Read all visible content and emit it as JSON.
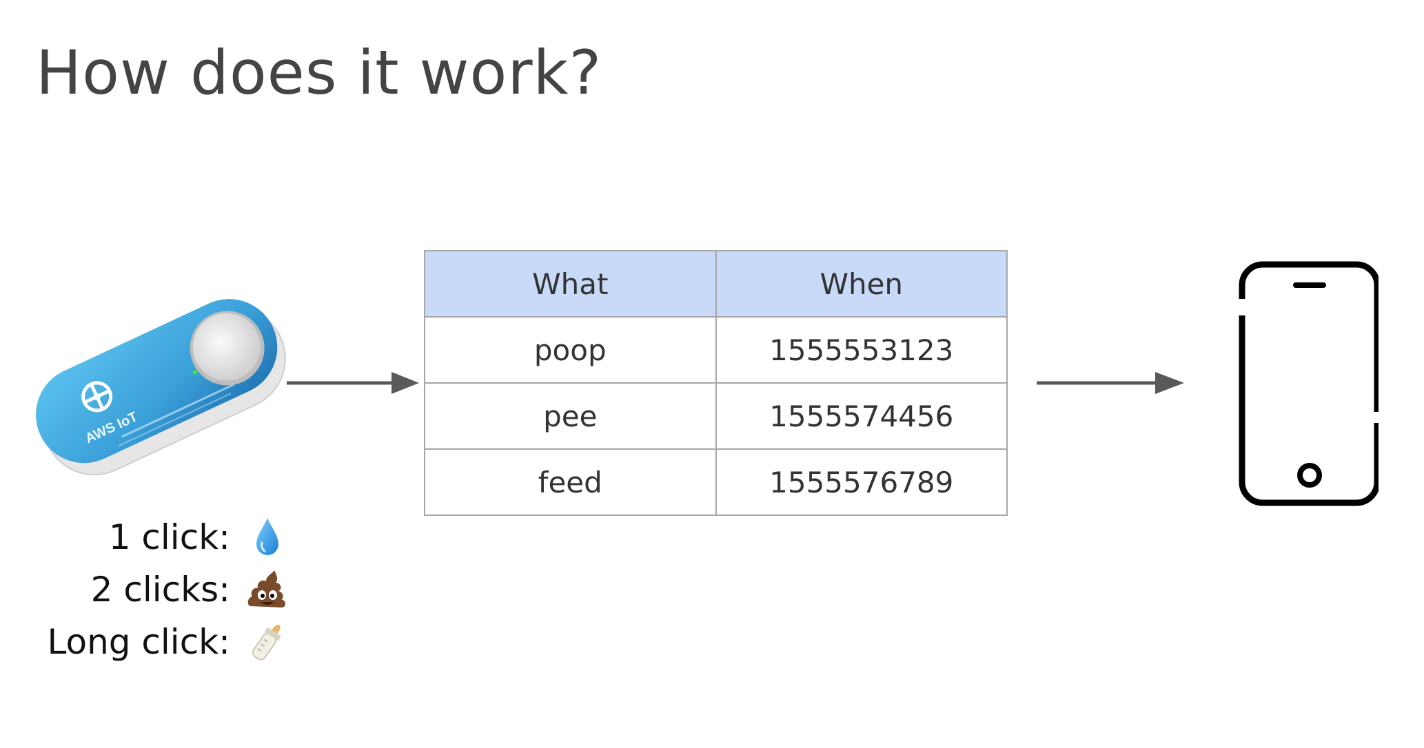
{
  "slide": {
    "title": "How does it work?"
  },
  "device": {
    "brand_label": "AWS IoT",
    "body_color": "#3a9fd8",
    "button_color": "#eeeeee"
  },
  "legend": [
    {
      "label": "1 click:",
      "icon": "droplet-icon"
    },
    {
      "label": "2 clicks:",
      "icon": "poop-icon"
    },
    {
      "label": "Long click:",
      "icon": "baby-bottle-icon"
    }
  ],
  "table": {
    "header_color": "#c9daf8",
    "columns": [
      "What",
      "When"
    ],
    "rows": [
      [
        "poop",
        "1555553123"
      ],
      [
        "pee",
        "1555574456"
      ],
      [
        "feed",
        "1555576789"
      ]
    ]
  },
  "phone": {
    "icon": "smartphone-icon"
  }
}
